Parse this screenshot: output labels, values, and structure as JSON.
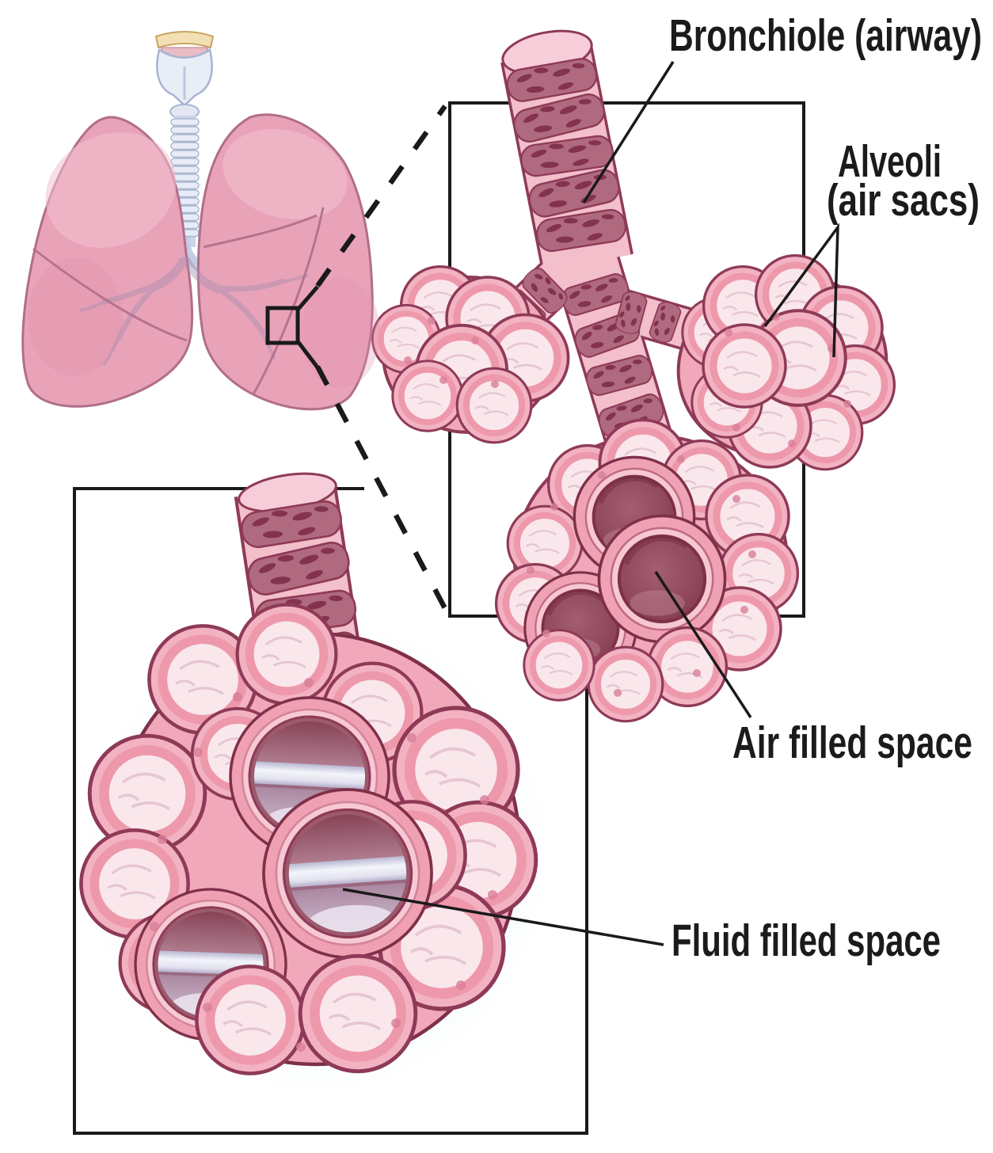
{
  "figure": {
    "labels": {
      "bronchiole": "Bronchiole (airway)",
      "alveoli_line1": "Alveoli",
      "alveoli_line2": "(air sacs)",
      "air_space": "Air filled space",
      "fluid_space": "Fluid filled space"
    },
    "colors": {
      "label_text": "#1b1b1b",
      "line": "#1a1a1a",
      "lung_pink": "#e9a3b9",
      "tube_pink": "#f2bfcb",
      "tube_band": "#b06a80",
      "dark_outline": "#8e3a57",
      "cluster_base": "#f0a8ba",
      "sac_fill": "#f9e7ec",
      "web_pink": "#ee98ac",
      "air_space_fill": "#8f4458",
      "fluid_meniscus": "#f4f4fb",
      "glow_blue": "#cdeaf8"
    }
  }
}
